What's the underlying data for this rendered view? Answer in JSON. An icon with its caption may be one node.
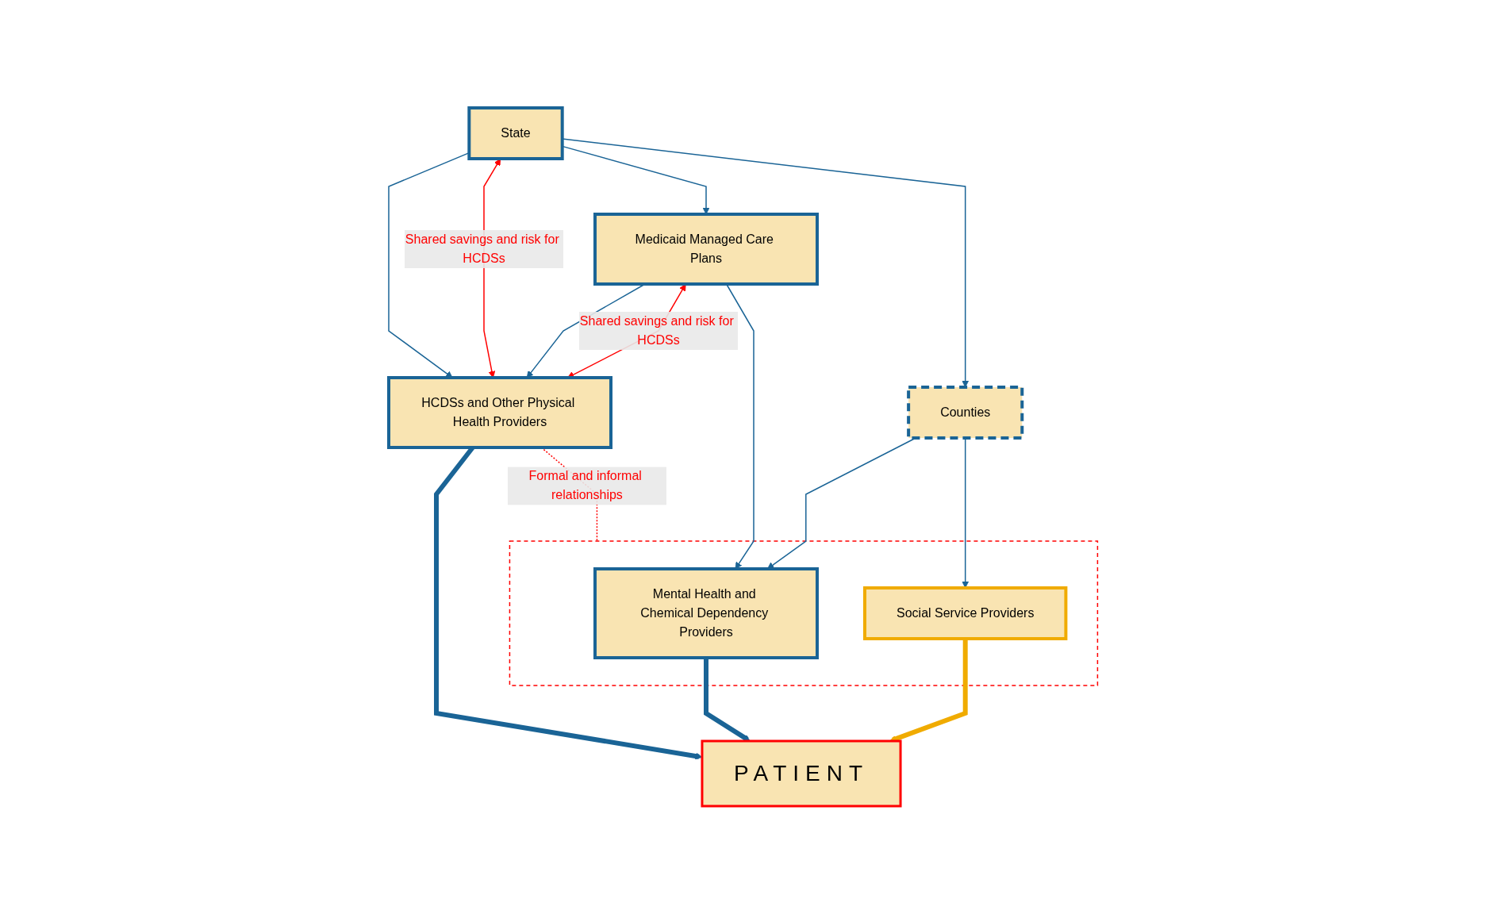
{
  "diagram": {
    "nodes": [
      {
        "text": [
          "State"
        ]
      },
      {
        "text": [
          "Medicaid Managed Care Plans"
        ]
      },
      {
        "text": [
          "Counties"
        ]
      },
      {
        "text": [
          "HCDSs and Other Physical Health Providers"
        ]
      },
      {
        "text": [],
        "shape": "box"
      },
      {
        "text": [
          "Mental Health and Chemical Dependency Providers"
        ],
        "in": 4
      },
      {
        "text": [
          "Social Service Providers"
        ],
        "in": 4
      },
      {
        "text": [
          "PATIENT"
        ]
      }
    ],
    "edges": [
      {
        "from": 0,
        "to": 3,
        "arrow": "to"
      },
      {
        "from": 0,
        "to": 3,
        "arrow": "both",
        "color": "#ff0000",
        "label": "Shared savings and risk for HCDSs"
      },
      {
        "from": 0,
        "to": 1,
        "arrow": "to"
      },
      {
        "from": 0,
        "to": 2,
        "arrow": "to"
      },
      {
        "from": 1,
        "to": 3,
        "arrow": "to"
      },
      {
        "from": 1,
        "to": 3,
        "arrow": "both",
        "color": "#ff0000",
        "label": "Shared savings and risk for HCDSs"
      },
      {
        "from": 1,
        "to": 5,
        "arrow": "to"
      },
      {
        "from": 2,
        "to": 5,
        "arrow": "to"
      },
      {
        "from": 2,
        "to": 6,
        "arrow": "to"
      },
      {
        "from": 3,
        "to": 4,
        "arrow": "none",
        "style": "dashed",
        "color": "#ff0000",
        "label": "Formal and informal relationships"
      },
      {
        "from": 3,
        "to": 7,
        "arrow": "to",
        "style": "thick"
      },
      {
        "from": 5,
        "to": 7,
        "arrow": "to",
        "style": "thick"
      },
      {
        "from": 6,
        "to": 7,
        "arrow": "to",
        "style": "thick",
        "color": "#f0ab00"
      }
    ]
  }
}
